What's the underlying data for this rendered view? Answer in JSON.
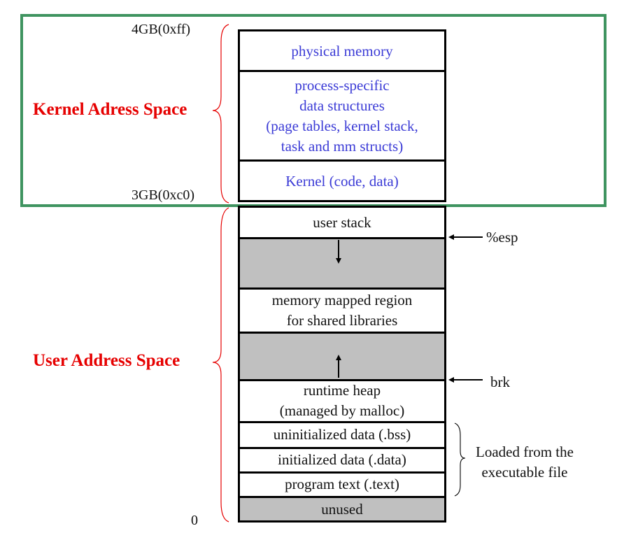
{
  "address_labels": {
    "top": "4GB(0xff)",
    "kernel_base": "3GB(0xc0)",
    "bottom": "0"
  },
  "regions": {
    "kernel": "Kernel Adress Space",
    "user": "User Address Space"
  },
  "segments": {
    "physical_memory": "physical memory",
    "process_specific": "process-specific\ndata structures\n(page tables, kernel stack,\ntask and mm structs)",
    "kernel_code": "Kernel (code, data)",
    "user_stack": "user stack",
    "mmap_region": "memory mapped region\nfor shared libraries",
    "runtime_heap": "runtime heap\n(managed by malloc)",
    "bss": "uninitialized data (.bss)",
    "data": "initialized data (.data)",
    "text": "program text (.text)",
    "unused": "unused"
  },
  "pointers": {
    "esp": "%esp",
    "brk": "brk"
  },
  "annotation": "Loaded from the\nexecutable file",
  "colors": {
    "kernel_text": "#3b3bd6",
    "region_label": "#e60000",
    "frame": "#3f9460",
    "gap_fill": "#c0c0c0"
  }
}
